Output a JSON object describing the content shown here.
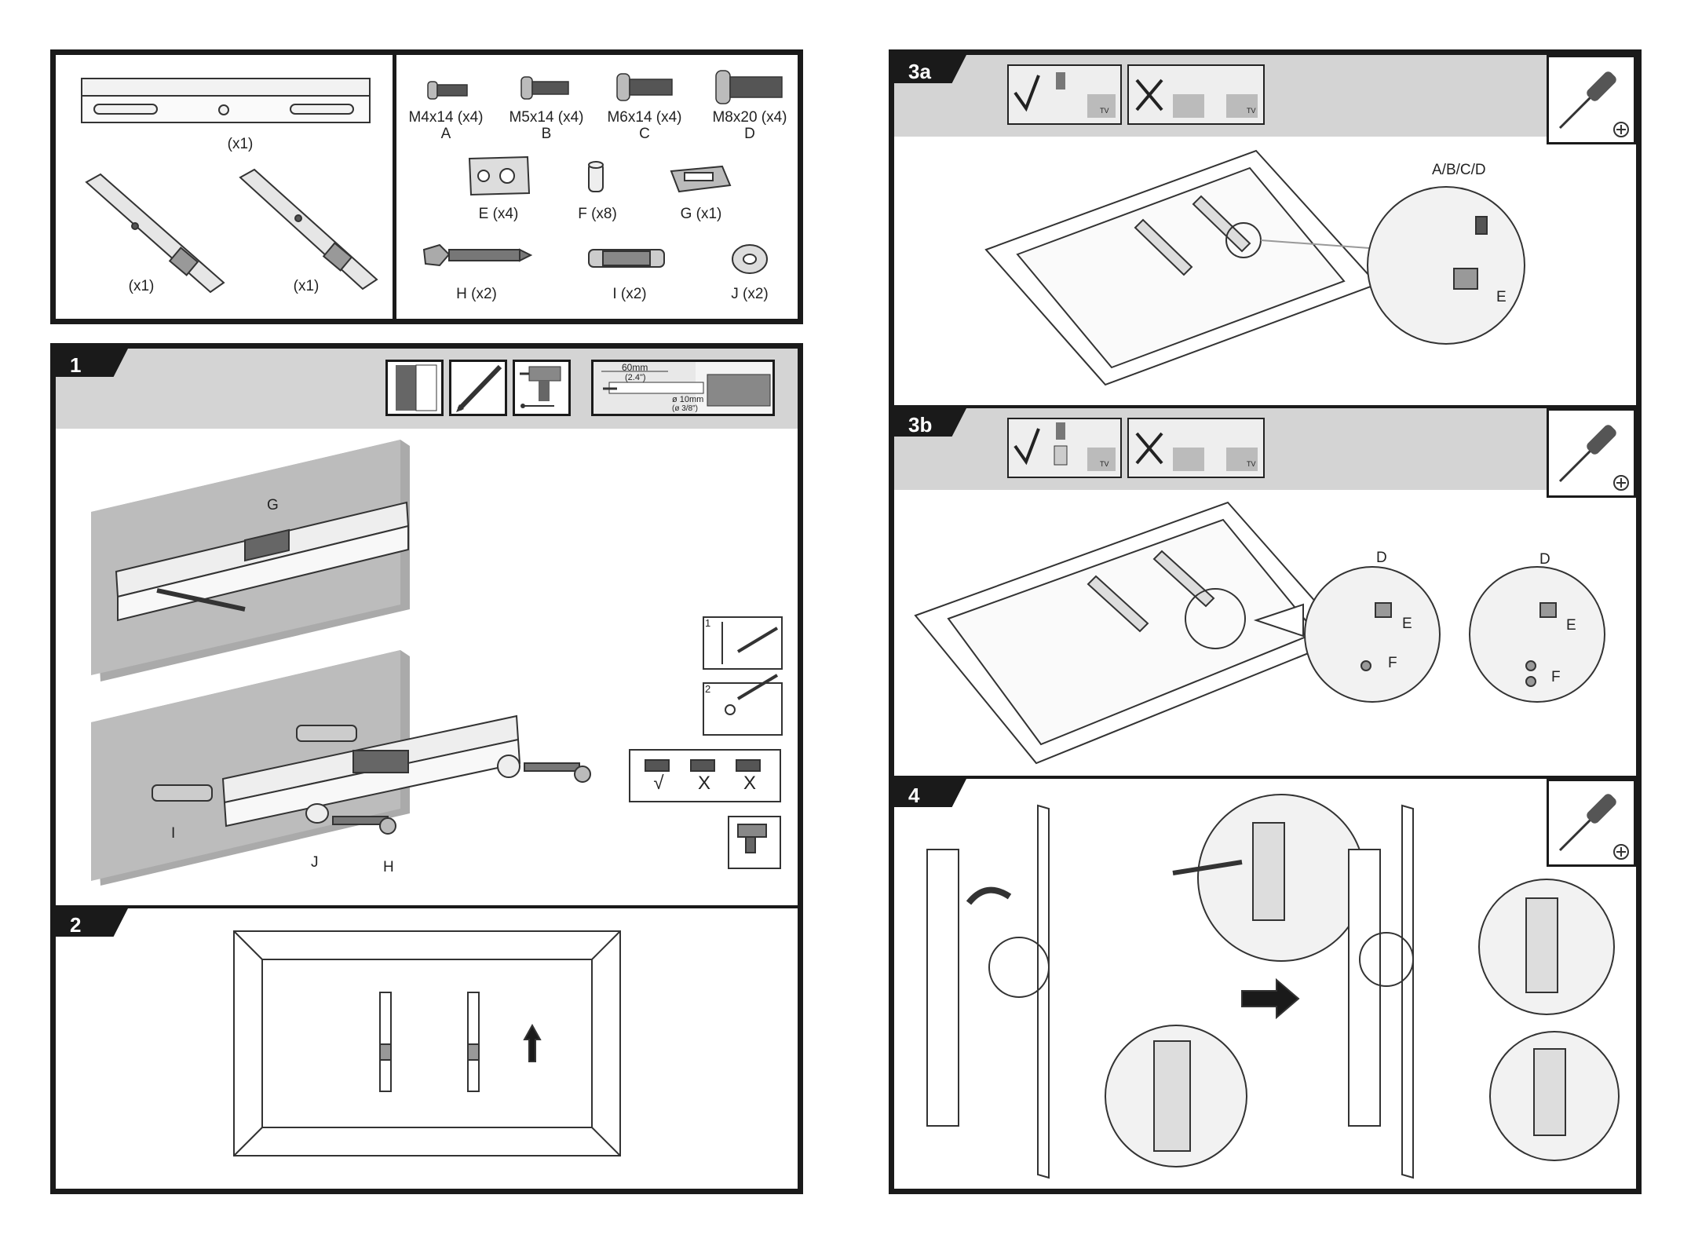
{
  "parts": {
    "bar_qty": "(x1)",
    "arm_left_qty": "(x1)",
    "arm_right_qty": "(x1)",
    "screw_a": {
      "size": "M4x14 (x4)",
      "letter": "A"
    },
    "screw_b": {
      "size": "M5x14 (x4)",
      "letter": "B"
    },
    "screw_c": {
      "size": "M6x14 (x4)",
      "letter": "C"
    },
    "screw_d": {
      "size": "M8x20 (x4)",
      "letter": "D"
    },
    "part_e": "E (x4)",
    "part_f": "F (x8)",
    "part_g": "G (x1)",
    "part_h": "H  (x2)",
    "part_i": "I (x2)",
    "part_j": "J (x2)"
  },
  "step1": {
    "number": "1",
    "label_g": "G",
    "label_i": "I",
    "label_j": "J",
    "label_h": "H",
    "drill_spec": {
      "depth_mm": "60mm",
      "depth_in": "(2.4\")",
      "dia_mm": "ø 10mm",
      "dia_in": "(ø 3/8\")"
    },
    "substep_1": "1",
    "substep_2": "2",
    "level_ok": "√",
    "level_bad_1": "X",
    "level_bad_2": "X"
  },
  "step2": {
    "number": "2"
  },
  "step3a": {
    "number": "3a",
    "callout_screws": "A/B/C/D",
    "callout_e": "E",
    "tv_tag": "TV"
  },
  "step3b": {
    "number": "3b",
    "callout_d1": "D",
    "callout_e1": "E",
    "callout_f1": "F",
    "callout_d2": "D",
    "callout_e2": "E",
    "callout_f2": "F",
    "tv_tag": "TV"
  },
  "step4": {
    "number": "4"
  },
  "colors": {
    "frame": "#1a1a1a",
    "band": "#d4d4d4",
    "wall": "#9a9a9a",
    "line": "#333333"
  }
}
